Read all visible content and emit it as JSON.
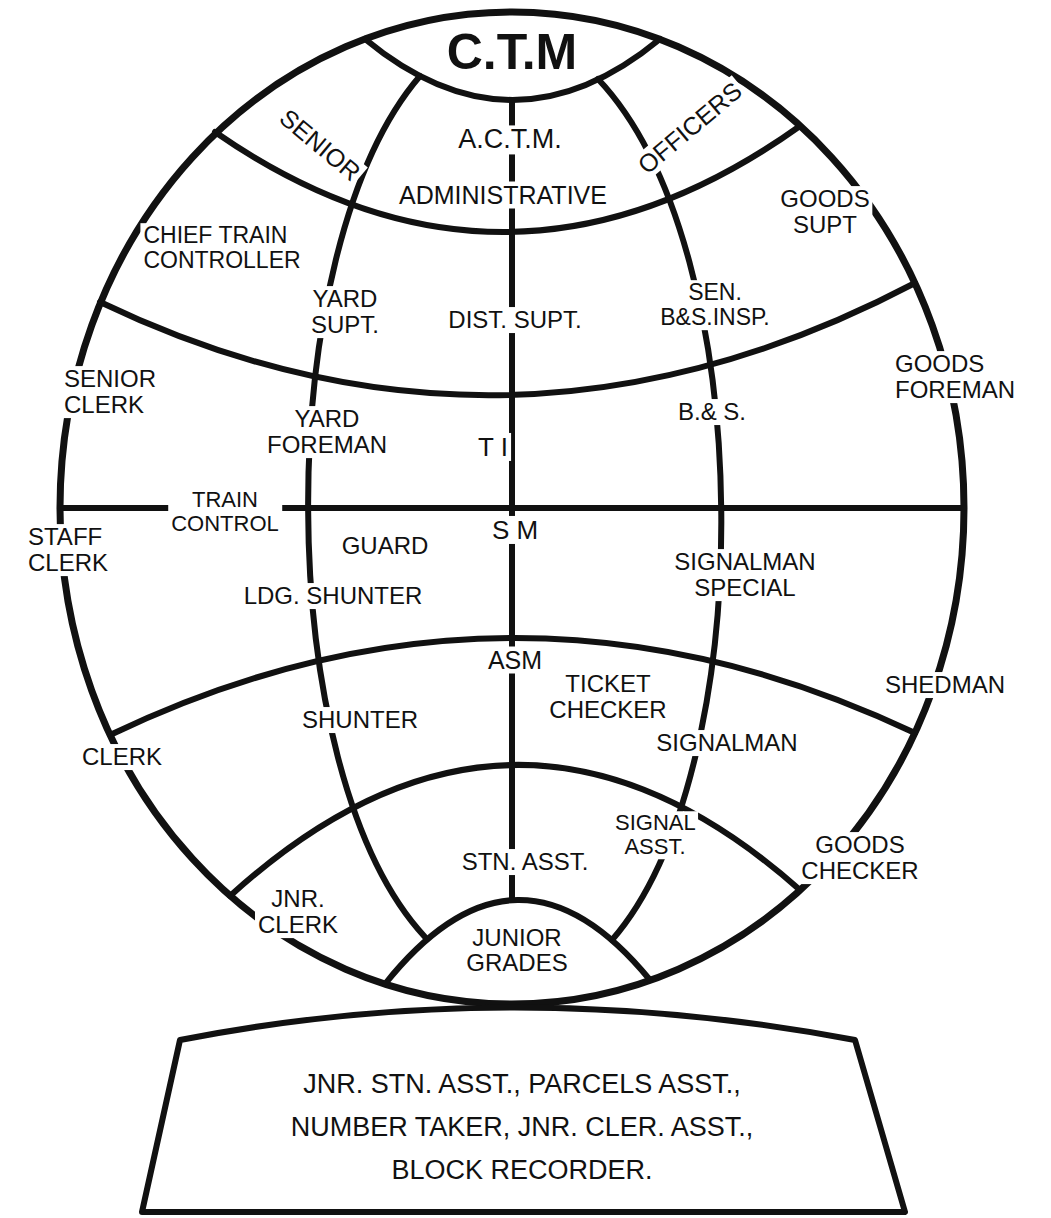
{
  "diagram": {
    "nodes": [
      {
        "text": [
          "C.T.M"
        ]
      },
      {
        "text": [
          "JUNIOR GRADES"
        ]
      },
      {
        "text": [
          "JNR. STN. ASST., PARCELS ASST., NUMBER TAKER, JNR. CLER. ASST., BLOCK RECORDER."
        ]
      }
    ],
    "labels": [
      "SENIOR",
      "A.C.T.M.",
      "ADMINISTRATIVE",
      "OFFICERS",
      "GOODS SUPT",
      "CHIEF TRAIN CONTROLLER",
      "YARD SUPT.",
      "DIST. SUPT.",
      "SEN. B&S.INSP.",
      "SENIOR CLERK",
      "YARD FOREMAN",
      "T I",
      "B.& S.",
      "GOODS FOREMAN",
      "TRAIN CONTROL",
      "STAFF CLERK",
      "GUARD",
      "S M",
      "SIGNALMAN SPECIAL",
      "LDG. SHUNTER",
      "ASM",
      "TICKET CHECKER",
      "SHEDMAN",
      "SHUNTER",
      "SIGNALMAN",
      "CLERK",
      "SIGNAL ASST.",
      "STN. ASST.",
      "GOODS CHECKER",
      "JNR. CLERK"
    ]
  }
}
